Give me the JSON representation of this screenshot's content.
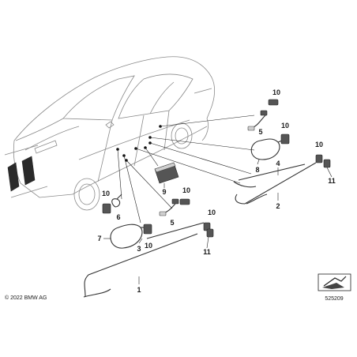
{
  "diagram": {
    "callouts": {
      "c1": "1",
      "c2": "2",
      "c3": "3",
      "c4": "4",
      "c5a": "5",
      "c5b": "5",
      "c6": "6",
      "c7": "7",
      "c8": "8",
      "c9": "9",
      "c10a": "10",
      "c10b": "10",
      "c10c": "10",
      "c10d": "10",
      "c10e": "10",
      "c10f": "10",
      "c10g": "10",
      "c11a": "11",
      "c11b": "11"
    },
    "copyright": "© 2022 BMW AG",
    "reference_number": "525209"
  }
}
